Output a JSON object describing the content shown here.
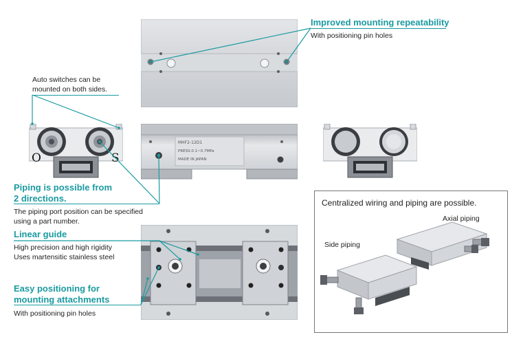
{
  "callouts": {
    "mounting_repeatability": {
      "title": "Improved mounting repeatability",
      "sub": "With positioning pin holes"
    },
    "auto_switch": {
      "line1": "Auto switches can be",
      "line2": "mounted on both sides."
    },
    "piping": {
      "line1": "Piping is possible from",
      "line2": "2 directions.",
      "sub1": "The piping port position can be specified",
      "sub2": "using a part number."
    },
    "linear_guide": {
      "title": "Linear guide",
      "sub1": "High precision and high rigidity",
      "sub2": "Uses martensitic stainless steel"
    },
    "positioning": {
      "line1": "Easy positioning for",
      "line2": "mounting attachments",
      "sub": "With positioning pin holes"
    }
  },
  "port_marks": {
    "left": "O",
    "right": "S"
  },
  "label_plate": {
    "line1": "MHF2-12D1",
    "line2": "PRESS.0.1~0.7MPa",
    "line3": "MADE IN JAPAN"
  },
  "panel": {
    "title": "Centralized wiring and piping are possible.",
    "axial": "Axial piping",
    "side": "Side piping"
  },
  "colors": {
    "accent": "#1a9aa0",
    "metal": "#c9ccd0",
    "dark_metal": "#4a4d52"
  }
}
